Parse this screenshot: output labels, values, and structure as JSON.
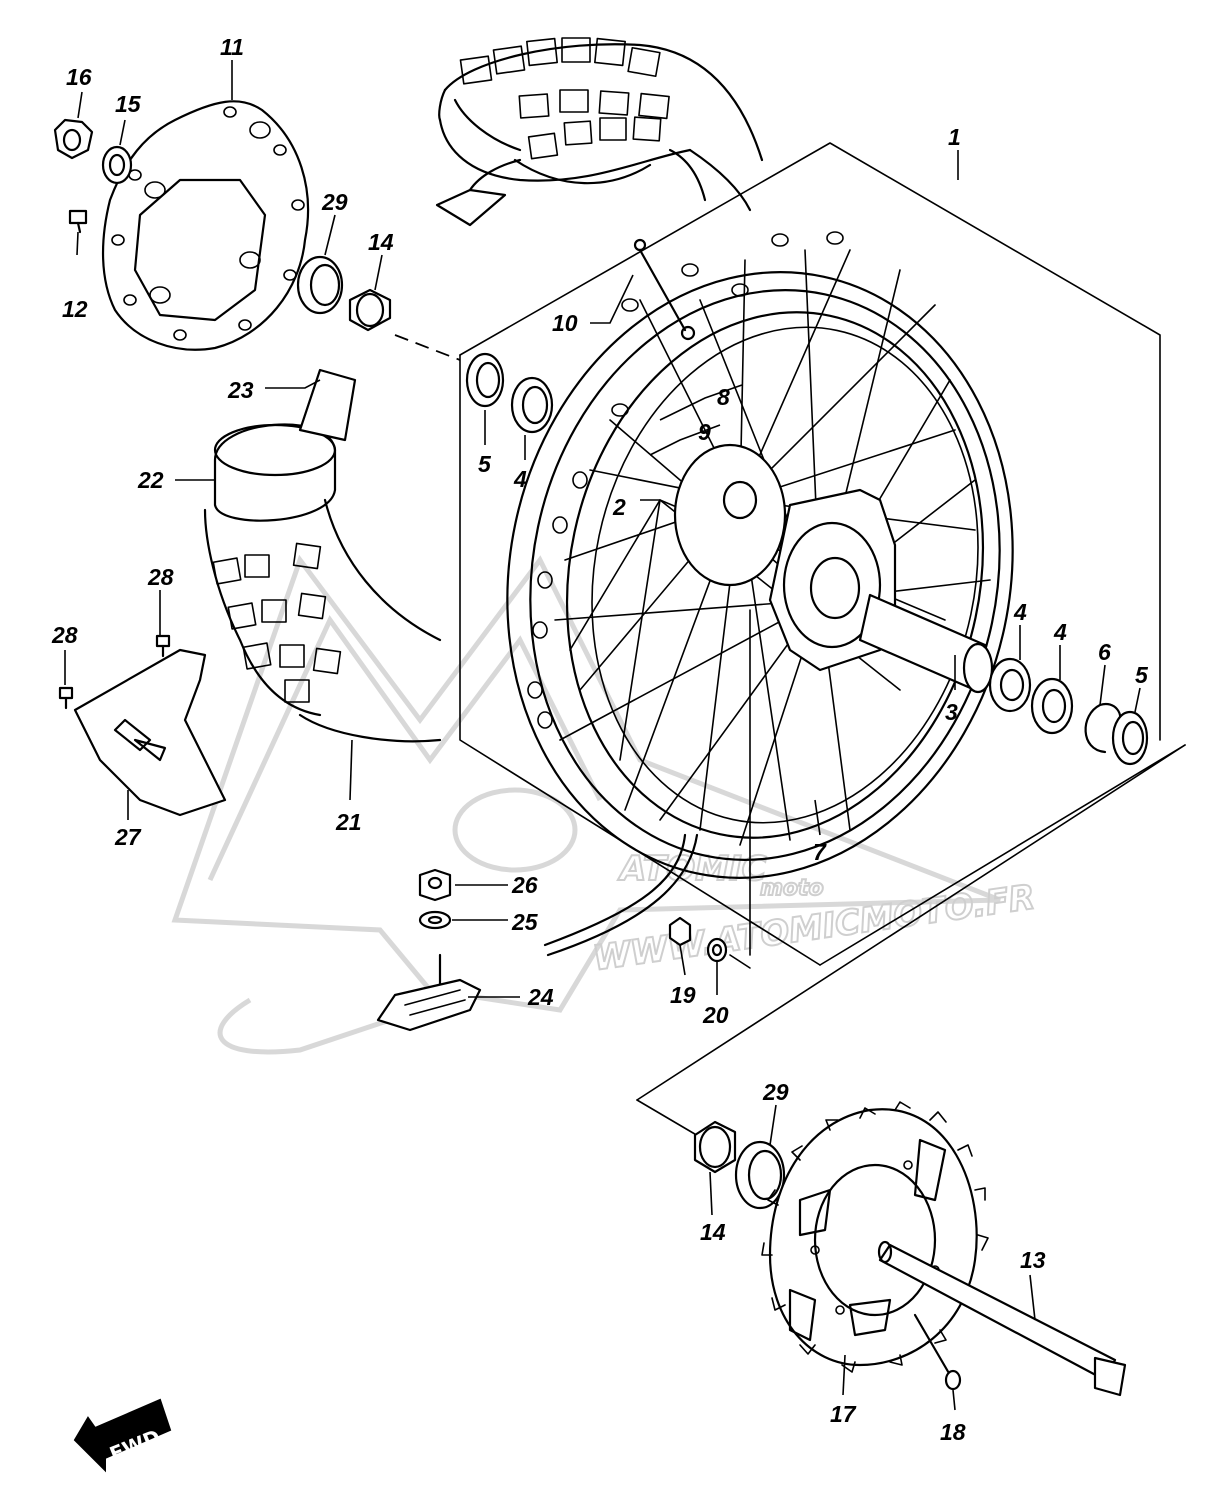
{
  "callouts": {
    "c1": "1",
    "c2": "2",
    "c3": "3",
    "c4a": "4",
    "c4b": "4",
    "c4c": "4",
    "c5a": "5",
    "c5b": "5",
    "c6": "6",
    "c7": "7",
    "c8": "8",
    "c9": "9",
    "c10": "10",
    "c11": "11",
    "c12": "12",
    "c13": "13",
    "c14a": "14",
    "c14b": "14",
    "c15": "15",
    "c16": "16",
    "c17": "17",
    "c18": "18",
    "c19": "19",
    "c20": "20",
    "c21": "21",
    "c22": "22",
    "c23": "23",
    "c24": "24",
    "c25": "25",
    "c26": "26",
    "c27": "27",
    "c28a": "28",
    "c28b": "28",
    "c29a": "29",
    "c29b": "29"
  },
  "watermark": {
    "brand": "moto",
    "url": "WWW.ATOMICMOTO.FR"
  },
  "fwd_label": "FWD",
  "colors": {
    "line": "#000000",
    "background": "#ffffff",
    "watermark": "#d4d4d4"
  }
}
